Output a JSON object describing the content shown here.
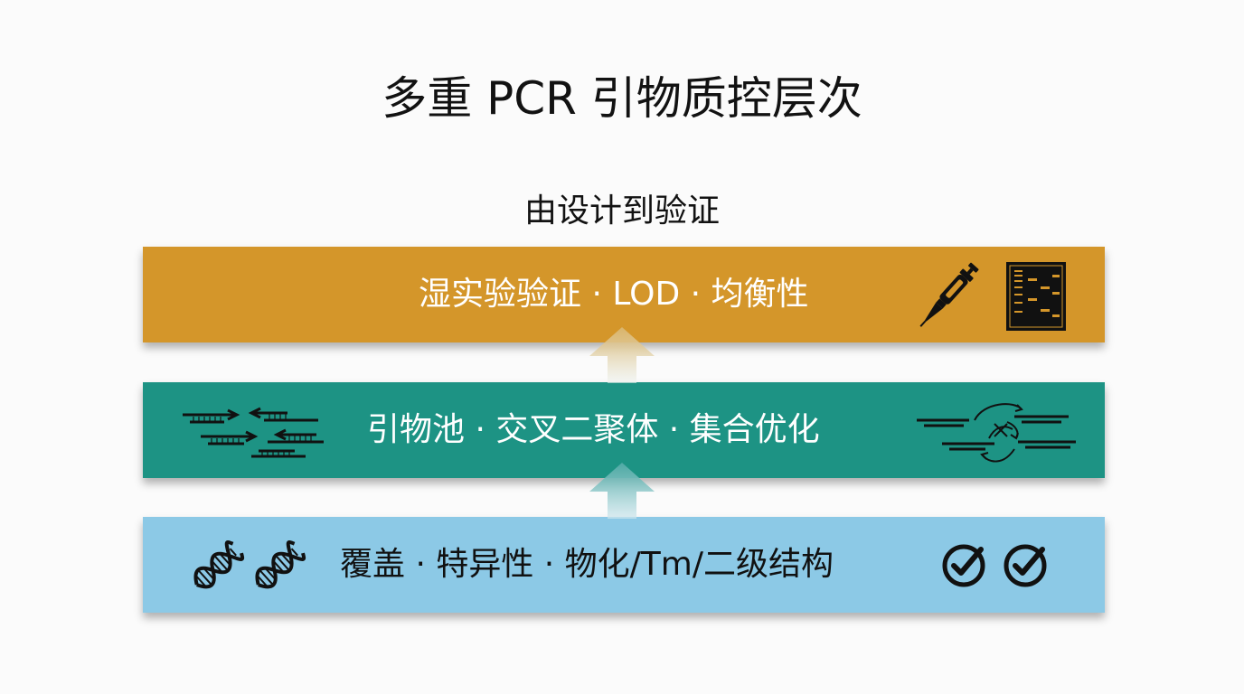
{
  "title": "多重 PCR 引物质控层次",
  "subtitle": "由设计到验证",
  "tiers": [
    {
      "label": "湿实验验证 · LOD · 均衡性",
      "color": "#d4962a",
      "icons": [
        "pipette-icon",
        "gel-electrophoresis-icon"
      ]
    },
    {
      "label": "引物池 · 交叉二聚体 · 集合优化",
      "color": "#1d9384",
      "icons": [
        "primer-pool-icon",
        "cross-dimer-icon"
      ]
    },
    {
      "label": "覆盖 · 特异性 · 物化/Tm/二级结构",
      "color": "#8cc9e6",
      "icons": [
        "dna-helix-icon",
        "dna-helix-icon",
        "check-circle-icon",
        "check-circle-icon"
      ]
    }
  ],
  "flow_direction": "bottom-to-top"
}
